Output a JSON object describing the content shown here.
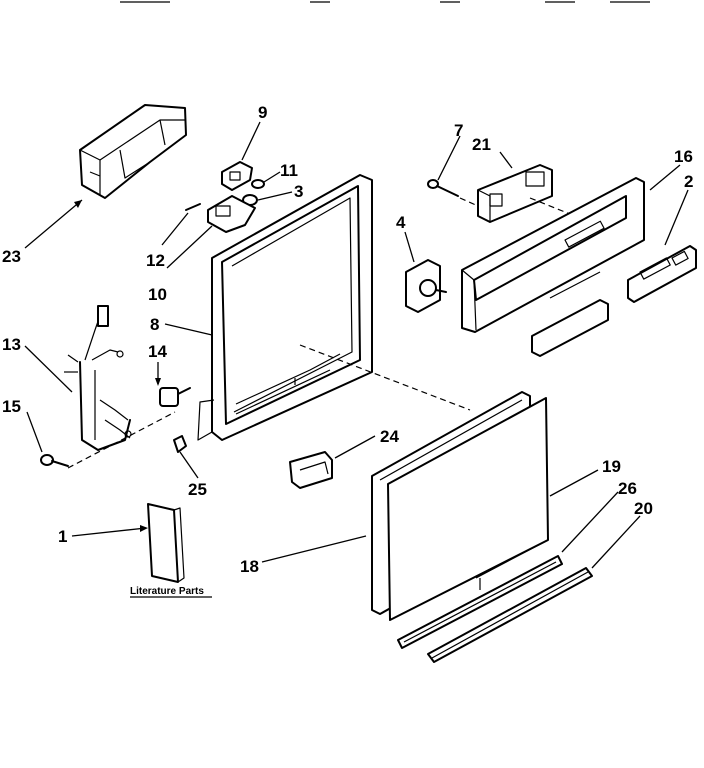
{
  "callouts": {
    "p1": "1",
    "p2": "2",
    "p3": "3",
    "p4": "4",
    "p7": "7",
    "p8": "8",
    "p9": "9",
    "p10": "10",
    "p11": "11",
    "p12": "12",
    "p13": "13",
    "p14": "14",
    "p15": "15",
    "p16": "16",
    "p18": "18",
    "p19": "19",
    "p20": "20",
    "p21": "21",
    "p23": "23",
    "p24": "24",
    "p25": "25",
    "p26": "26"
  },
  "literature_caption": "Literature Parts",
  "colors": {
    "ink": "#000000",
    "background": "#ffffff"
  }
}
